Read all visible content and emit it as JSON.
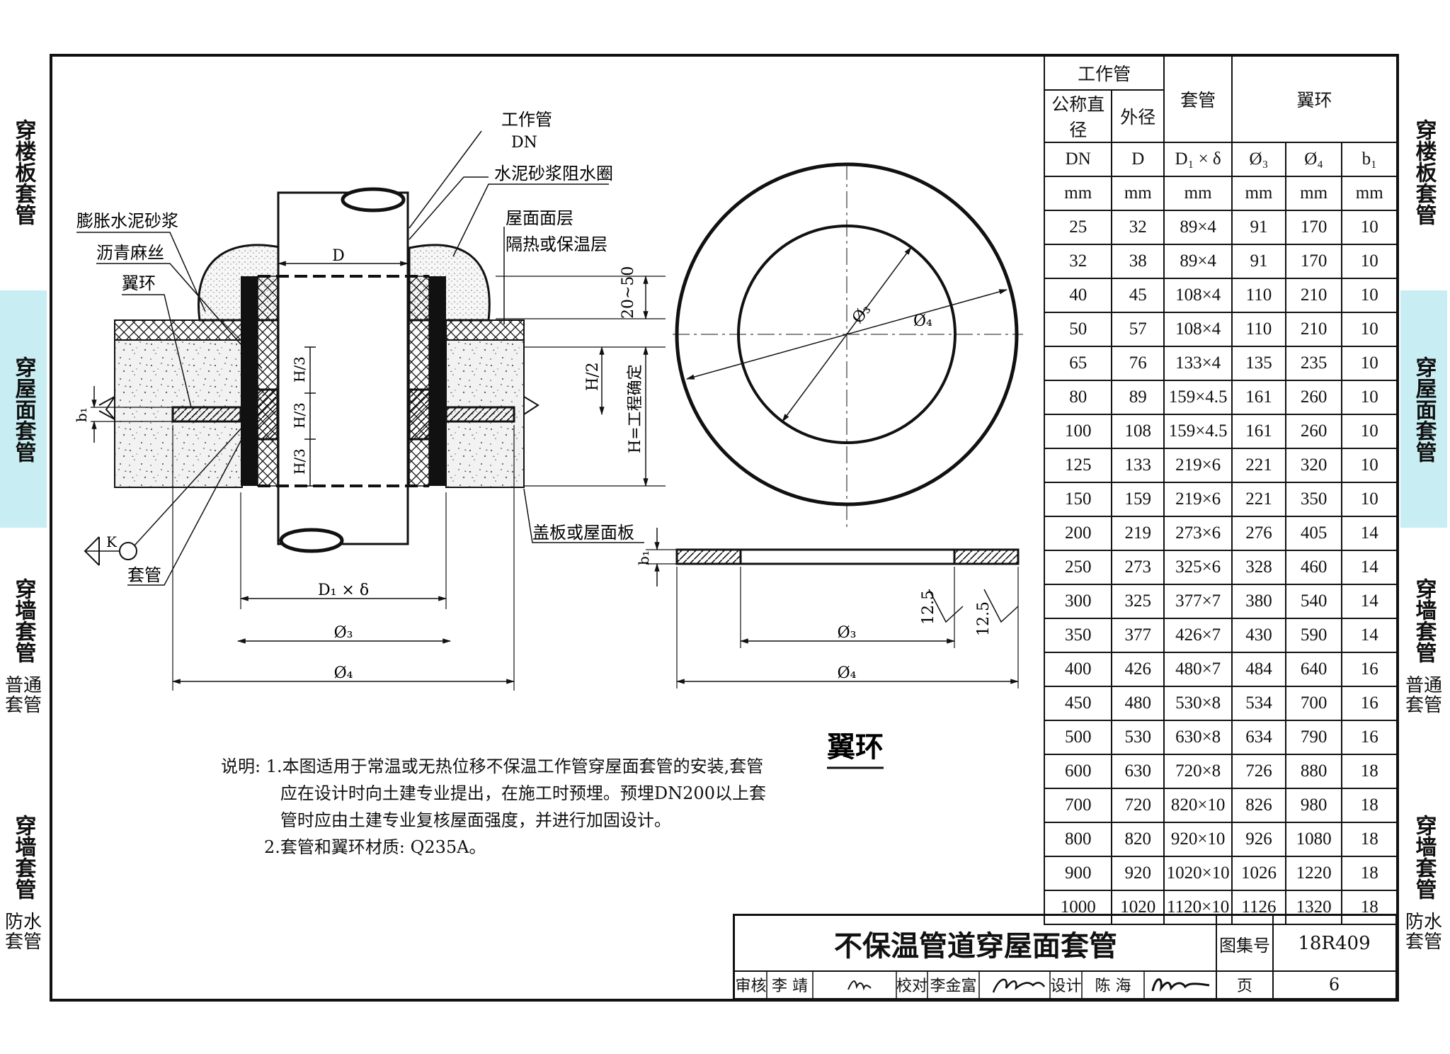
{
  "side_tabs_left": [
    {
      "label": "穿楼板套管",
      "sub": ""
    },
    {
      "label": "穿屋面套管",
      "sub": ""
    },
    {
      "label": "穿墙套管",
      "sub": "普通套管"
    },
    {
      "label": "穿墙套管",
      "sub": "防水套管"
    }
  ],
  "side_tabs_right": [
    {
      "label": "穿楼板套管",
      "sub": ""
    },
    {
      "label": "穿屋面套管",
      "sub": ""
    },
    {
      "label": "穿墙套管",
      "sub": "普通套管"
    },
    {
      "label": "穿墙套管",
      "sub": "防水套管"
    }
  ],
  "drawing": {
    "labels": {
      "work_pipe": "工作管",
      "dn": "DN",
      "cement_ring": "水泥砂浆阻水圈",
      "expanding_mortar": "膨胀水泥砂浆",
      "asphalt_hemp": "沥青麻丝",
      "wing_ring": "翼环",
      "roof_surface": "屋面面层",
      "insulation": "隔热或保温层",
      "d": "D",
      "dim_20_50": "20~50",
      "h3a": "H/3",
      "h3b": "H/3",
      "h3c": "H/3",
      "h2": "H/2",
      "h_eng": "H=工程确定",
      "b1": "b₁",
      "k": "K",
      "sleeve": "套管",
      "cover_plate": "盖板或屋面板",
      "d1_delta": "D₁ × δ",
      "phi3": "Ø₃",
      "phi4": "Ø₄"
    },
    "ring_view": {
      "phi3": "Ø₃",
      "phi4": "Ø₄",
      "b1": "b₁",
      "rough_a": "12.5",
      "rough_b": "12.5",
      "bottom_phi3": "Ø₃",
      "bottom_phi4": "Ø₄",
      "caption": "翼环"
    }
  },
  "notes": "说明: 1.本图适用于常温或无热位移不保温工作管穿屋面套管的安装,套管\n           应在设计时向土建专业提出，在施工时预埋。预埋DN200以上套\n           管时应由土建专业复核屋面强度，并进行加固设计。\n        2.套管和翼环材质: Q235A。",
  "table": {
    "header_group_work": "工作管",
    "header_sleeve": "套管",
    "header_ring": "翼环",
    "header_nominal": "公称直径",
    "header_outer": "外径",
    "symbols": [
      "DN",
      "D",
      "D₁ × δ",
      "Ø₃",
      "Ø₄",
      "b₁"
    ],
    "units": [
      "mm",
      "mm",
      "mm",
      "mm",
      "mm",
      "mm"
    ],
    "rows": [
      [
        "25",
        "32",
        "89×4",
        "91",
        "170",
        "10"
      ],
      [
        "32",
        "38",
        "89×4",
        "91",
        "170",
        "10"
      ],
      [
        "40",
        "45",
        "108×4",
        "110",
        "210",
        "10"
      ],
      [
        "50",
        "57",
        "108×4",
        "110",
        "210",
        "10"
      ],
      [
        "65",
        "76",
        "133×4",
        "135",
        "235",
        "10"
      ],
      [
        "80",
        "89",
        "159×4.5",
        "161",
        "260",
        "10"
      ],
      [
        "100",
        "108",
        "159×4.5",
        "161",
        "260",
        "10"
      ],
      [
        "125",
        "133",
        "219×6",
        "221",
        "320",
        "10"
      ],
      [
        "150",
        "159",
        "219×6",
        "221",
        "350",
        "10"
      ],
      [
        "200",
        "219",
        "273×6",
        "276",
        "405",
        "14"
      ],
      [
        "250",
        "273",
        "325×6",
        "328",
        "460",
        "14"
      ],
      [
        "300",
        "325",
        "377×7",
        "380",
        "540",
        "14"
      ],
      [
        "350",
        "377",
        "426×7",
        "430",
        "590",
        "14"
      ],
      [
        "400",
        "426",
        "480×7",
        "484",
        "640",
        "16"
      ],
      [
        "450",
        "480",
        "530×8",
        "534",
        "700",
        "16"
      ],
      [
        "500",
        "530",
        "630×8",
        "634",
        "790",
        "16"
      ],
      [
        "600",
        "630",
        "720×8",
        "726",
        "880",
        "18"
      ],
      [
        "700",
        "720",
        "820×10",
        "826",
        "980",
        "18"
      ],
      [
        "800",
        "820",
        "920×10",
        "926",
        "1080",
        "18"
      ],
      [
        "900",
        "920",
        "1020×10",
        "1026",
        "1220",
        "18"
      ],
      [
        "1000",
        "1020",
        "1120×10",
        "1126",
        "1320",
        "18"
      ]
    ]
  },
  "title_block": {
    "title": "不保温管道穿屋面套管",
    "atlas_label": "图集号",
    "atlas_no": "18R409",
    "review_label": "审核",
    "reviewer": "李 靖",
    "check_label": "校对",
    "checker": "李金富",
    "design_label": "设计",
    "designer": "陈 海",
    "page_label": "页",
    "page_no": "6"
  },
  "colors": {
    "active_tab": "#c8eef4",
    "line": "#111111"
  }
}
